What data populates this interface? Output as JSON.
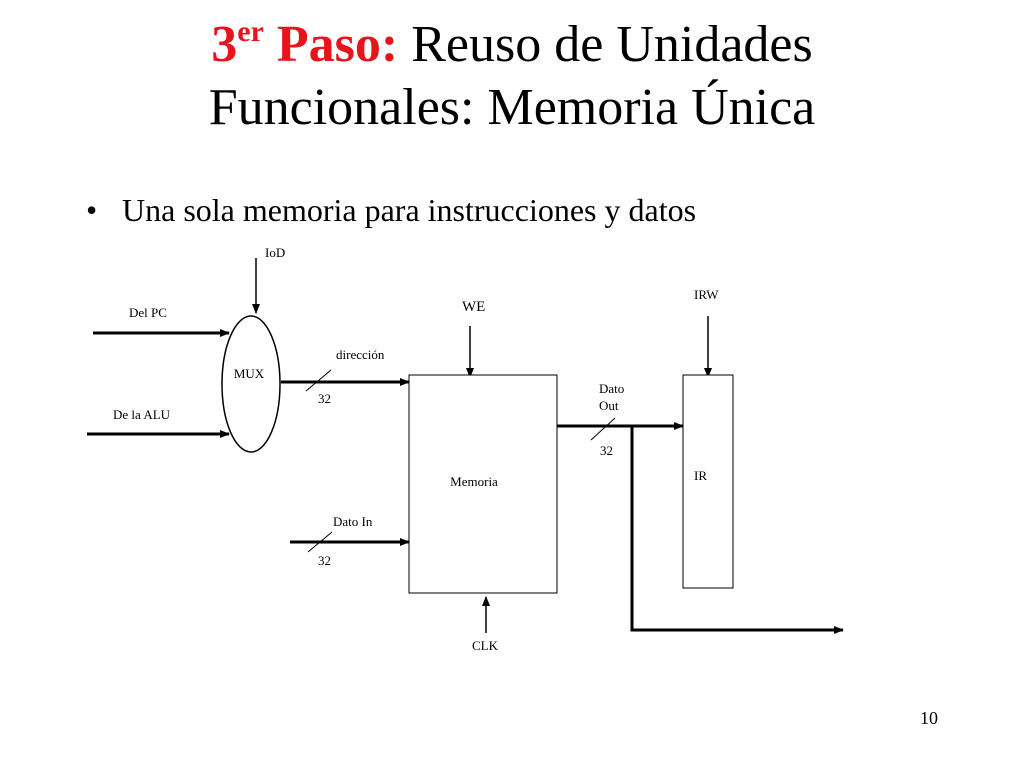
{
  "slide": {
    "title": {
      "step_number": "3",
      "step_superscript": "er",
      "step_word": "Paso:",
      "line1_rest": "Reuso de Unidades",
      "line2": "Funcionales: Memoria Única"
    },
    "bullet": "Una sola memoria para instrucciones y datos",
    "page_number": "10",
    "accent_color": "#e8141b"
  },
  "diagram": {
    "labels": {
      "iod": "IoD",
      "del_pc": "Del PC",
      "de_la_alu": "De la ALU",
      "mux": "MUX",
      "direccion": "dirección",
      "width_address": "32",
      "we": "WE",
      "memoria": "Memoria",
      "dato_in": "Dato In",
      "width_data_in": "32",
      "clk": "CLK",
      "dato_out_line1": "Dato",
      "dato_out_line2": "Out",
      "width_data_out": "32",
      "irw": "IRW",
      "ir": "IR"
    }
  }
}
